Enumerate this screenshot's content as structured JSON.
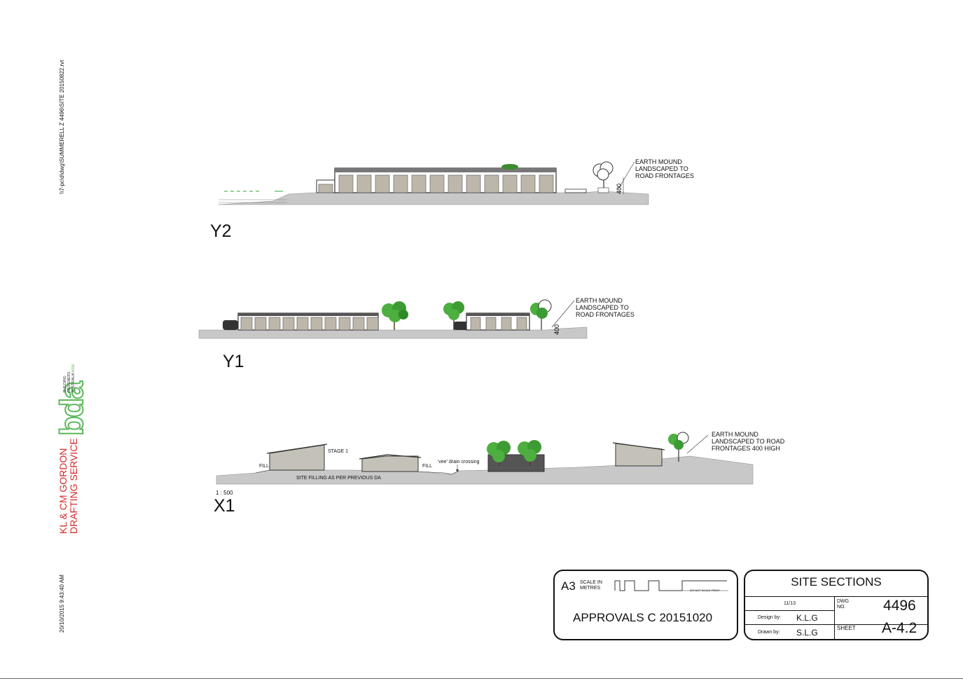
{
  "margin": {
    "file_path": "\\\\7-pc\\d\\dwg\\SUMMERELL Z 4496\\SITE 20150822.rvt",
    "company_line1": "KL & CM GORDON",
    "company_line2": "DRAFTING SERVICE",
    "logo_text": "bda",
    "logo_sub1": "BUILDING",
    "logo_sub2": "DESIGNERS",
    "logo_sub3": "AUSTRALIA",
    "logo_sub4": "NSW",
    "timestamp": "20/10/2015 9:43:40 AM"
  },
  "sections": {
    "y2": {
      "title": "Y2",
      "annotation": "EARTH MOUND\nLANDSCAPED TO\nROAD FRONTAGES",
      "dim": "400"
    },
    "y1": {
      "title": "Y1",
      "annotation": "EARTH MOUND\nLANDSCAPED TO\nROAD FRONTAGES",
      "dim": "400"
    },
    "x1": {
      "title": "X1",
      "scale": "1 : 500",
      "annotation": "EARTH MOUND\nLANDSCAPED TO ROAD\nFRONTAGES 400 HIGH",
      "stage": "STAGE 1",
      "fill_left": "FILL",
      "fill_right": "FILL",
      "drain": "'vee' drain crossing",
      "site_filling": "SITE FILLING AS  PER PREVIOUS DA"
    }
  },
  "title_block": {
    "sheet_size": "A3",
    "scale_label": "SCALE IN\nMETRES",
    "do_not_scale": "DO NOT SCALE PRINT",
    "approvals": "APPROVALS C 20151020",
    "title": "SITE SECTIONS",
    "date": "11/13",
    "dwg_label": "DWG\nNO.",
    "dwg_no": "4496",
    "design_label": "Design by:",
    "design_by": "K.L.G",
    "drawn_label": "Drawn by:",
    "drawn_by": "S.L.G",
    "sheet_label": "SHEET",
    "sheet_no": "A-4.2"
  }
}
